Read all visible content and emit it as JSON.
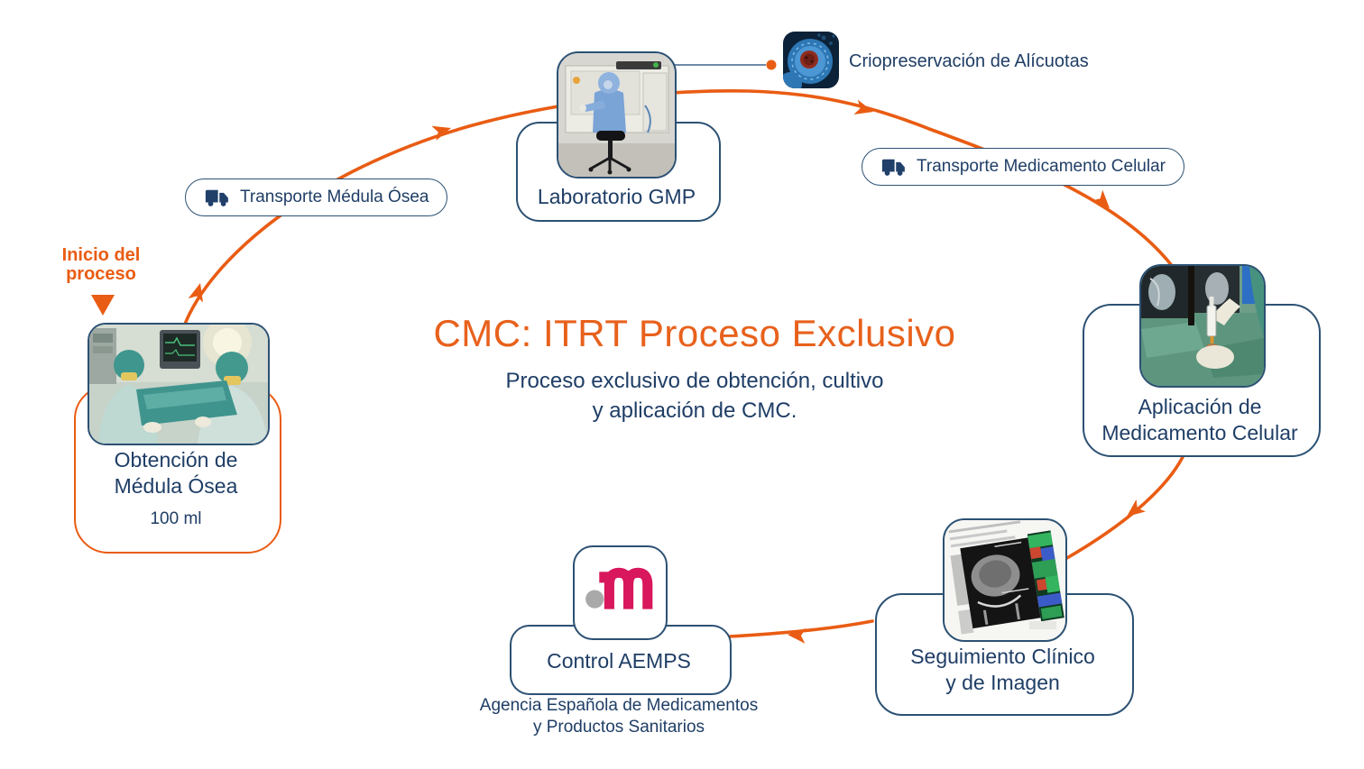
{
  "title": "CMC: ITRT Proceso Exclusivo",
  "subtitle": {
    "line1": "Proceso exclusivo de obtención, cultivo",
    "line2": "y aplicación de CMC."
  },
  "start": {
    "line1": "Inicio del",
    "line2": "proceso"
  },
  "badges": {
    "transporte_medula": "Transporte Médula Ósea",
    "transporte_medicamento": "Transporte Medicamento Celular"
  },
  "nodes": {
    "obtencion": {
      "line1": "Obtención de",
      "line2": "Médula Ósea",
      "volume": "100 ml"
    },
    "laboratorio": {
      "label": "Laboratorio GMP"
    },
    "criopreservacion": {
      "label": "Criopreservación de Alícuotas"
    },
    "aplicacion": {
      "line1": "Aplicación de",
      "line2": "Medicamento Celular"
    },
    "seguimiento": {
      "line1": "Seguimiento Clínico",
      "line2": "y de Imagen"
    },
    "control_aemps": {
      "label": "Control AEMPS",
      "caption1": "Agencia Española de Medicamentos",
      "caption2": "y Productos Sanitarios"
    }
  },
  "icons": {
    "truck": "truck-icon",
    "cell": "cell-thumbnail",
    "aemps_logo": "aemps-logo"
  },
  "colors": {
    "accent_orange": "#E95C13",
    "title_orange": "#E8611C",
    "navy_text": "#1F3E66",
    "navy_border": "#2C5173",
    "connector_blue": "#5C7899",
    "aemps_pink": "#D8175C",
    "aemps_gray": "#A9A9A9"
  }
}
